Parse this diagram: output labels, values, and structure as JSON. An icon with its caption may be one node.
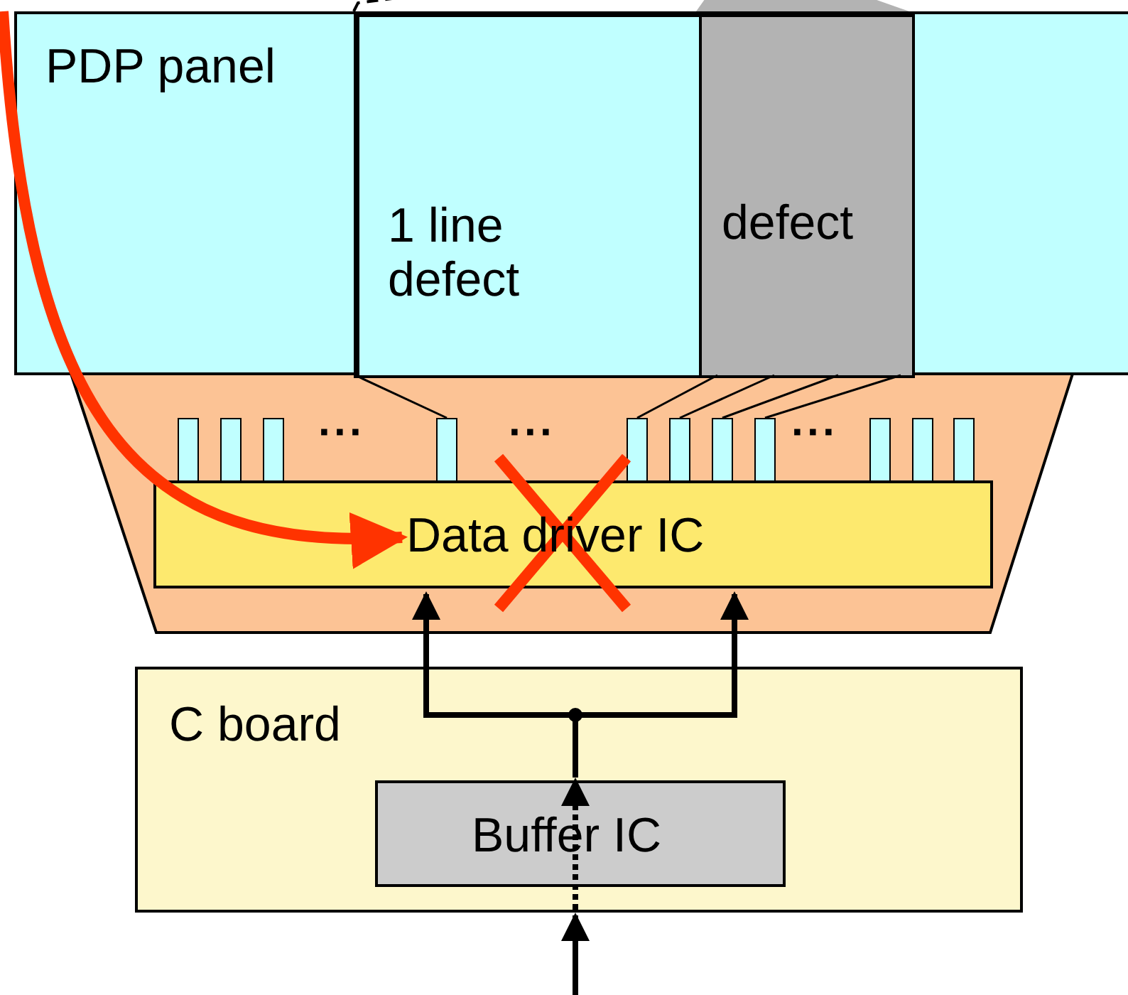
{
  "diagram": {
    "nodes": [
      {
        "text": [
          "PDP panel"
        ]
      },
      {
        "text": [
          "1 line defect"
        ],
        "in": 0
      },
      {
        "text": [
          "defect"
        ],
        "in": 0
      },
      {
        "text": [
          "Data driver IC"
        ]
      },
      {
        "text": [
          "C board"
        ]
      },
      {
        "text": [
          "Buffer IC"
        ],
        "in": 4
      },
      {
        "text": [],
        "shape": "box"
      },
      {
        "text": [],
        "shape": "box"
      },
      {
        "text": [],
        "shape": "box"
      },
      {
        "text": [],
        "shape": "box"
      },
      {
        "text": [],
        "shape": "box"
      },
      {
        "text": [],
        "shape": "box"
      },
      {
        "text": [],
        "shape": "box"
      },
      {
        "text": [],
        "shape": "box"
      },
      {
        "text": [],
        "shape": "box"
      },
      {
        "text": [],
        "shape": "box"
      },
      {
        "text": [],
        "shape": "box"
      }
    ],
    "edges": [
      {
        "from": 0,
        "to": 3,
        "arrow": "to",
        "style": "thick",
        "color": "#ff3300"
      },
      {
        "from": 5,
        "to": 3,
        "arrow": "to",
        "style": "thick"
      },
      {
        "from": 5,
        "to": 3,
        "arrow": "to",
        "style": "thick"
      },
      {
        "from": null,
        "to": 4,
        "arrow": "to",
        "style": "thick"
      },
      {
        "from": 4,
        "to": 5,
        "arrow": "to",
        "style": "dashed"
      },
      {
        "from": 1,
        "to": 9,
        "arrow": "none"
      },
      {
        "from": 2,
        "to": 10,
        "arrow": "none"
      },
      {
        "from": 2,
        "to": 11,
        "arrow": "none"
      },
      {
        "from": 2,
        "to": 12,
        "arrow": "none"
      },
      {
        "from": 2,
        "to": 13,
        "arrow": "none"
      }
    ],
    "labels": [
      "···",
      "···",
      "···"
    ]
  }
}
